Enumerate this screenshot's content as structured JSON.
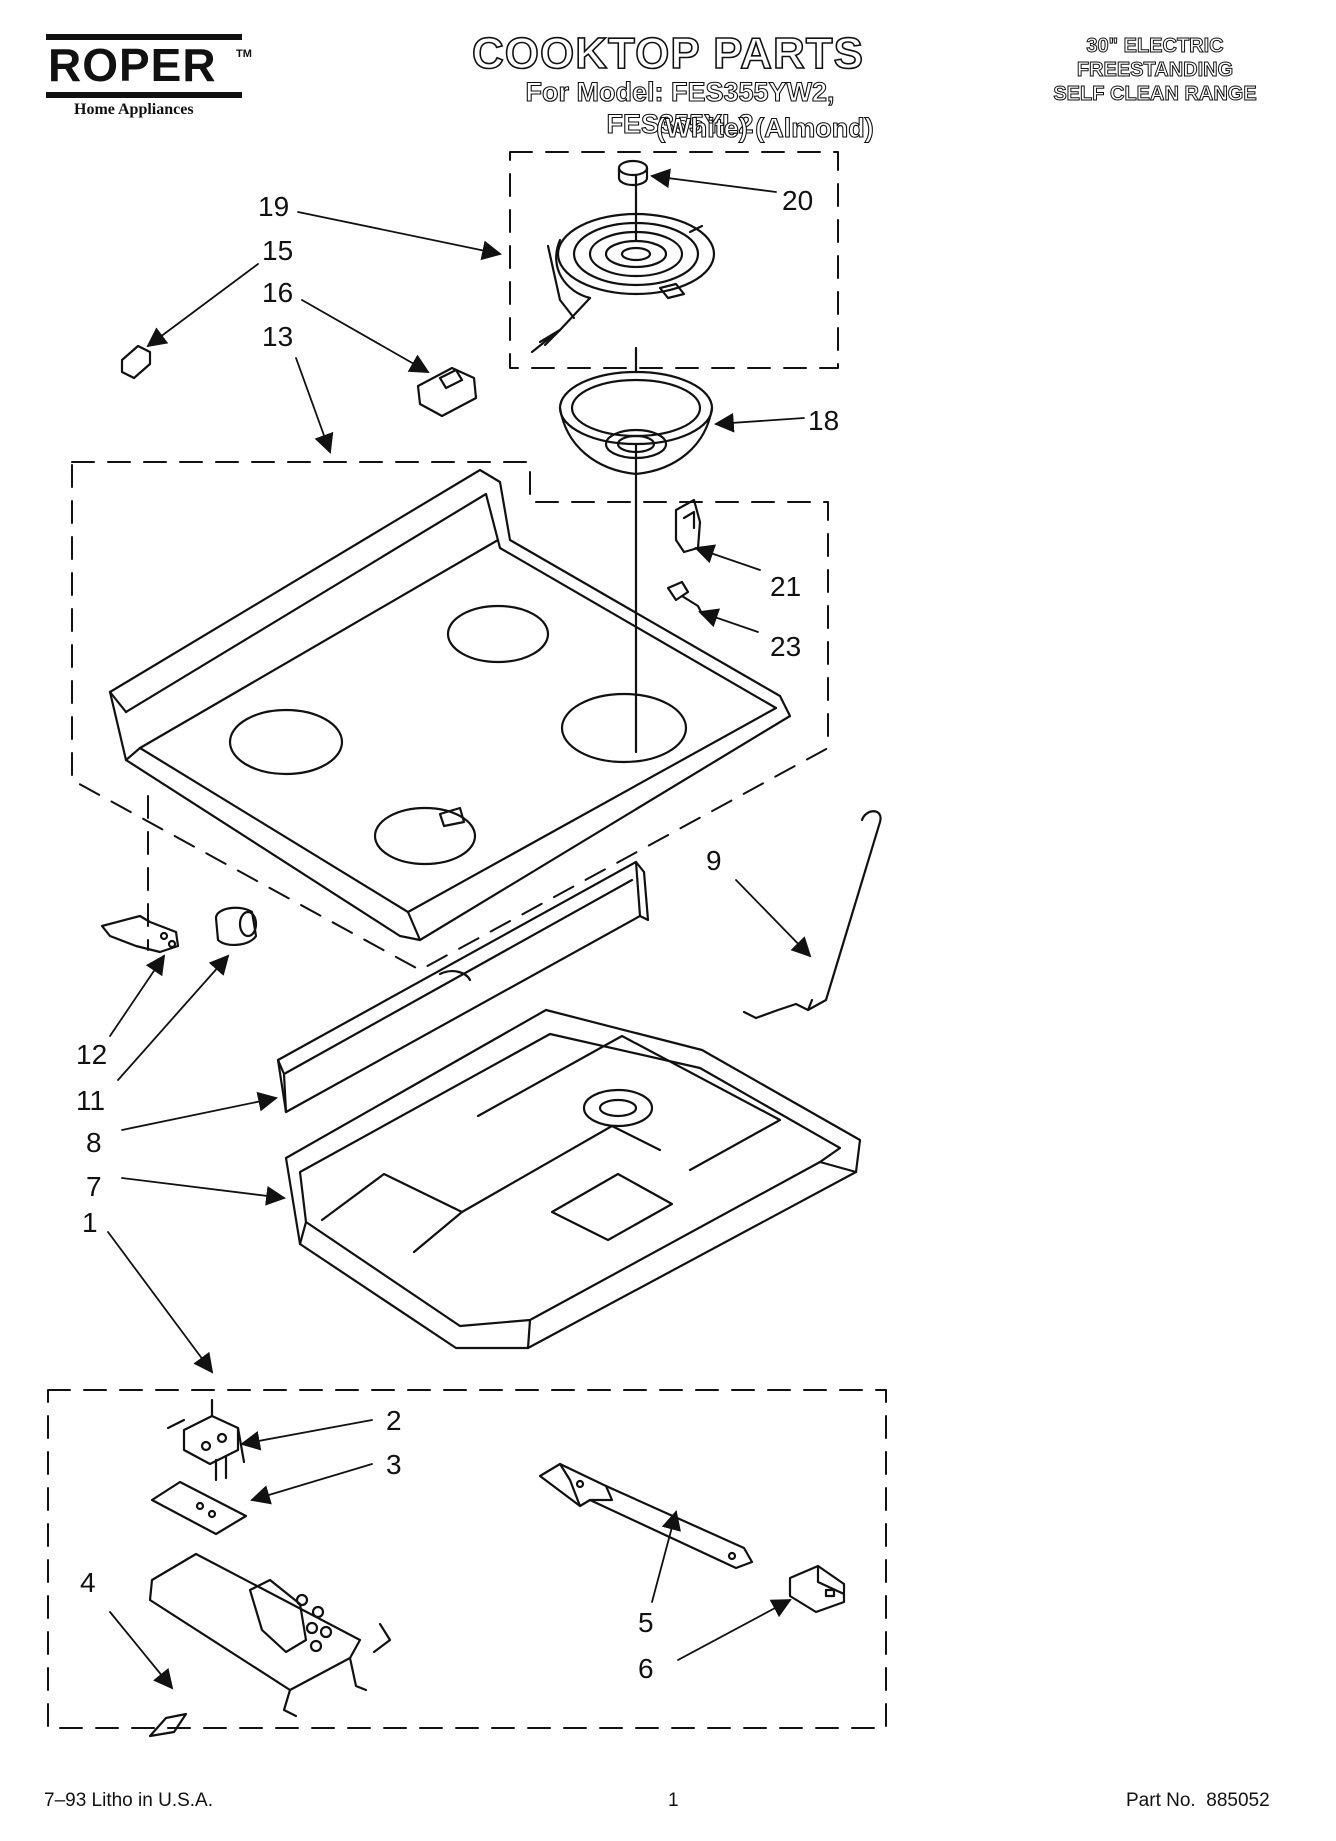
{
  "header": {
    "brand": "ROPER",
    "brand_tm": "TM",
    "brand_sub": "Home Appliances",
    "title": "COOKTOP PARTS",
    "model_line": "For Model: FES355YW2, FES355YL2",
    "color_line": "(White)  (Almond)",
    "desc_lines": [
      "30\" ELECTRIC",
      "FREESTANDING",
      "SELF CLEAN RANGE"
    ]
  },
  "callouts": [
    "20",
    "19",
    "15",
    "16",
    "13",
    "18",
    "21",
    "23",
    "9",
    "12",
    "11",
    "8",
    "7",
    "1",
    "2",
    "3",
    "4",
    "5",
    "6"
  ],
  "footer": {
    "litho": "7–93 Litho in U.S.A.",
    "page": "1",
    "part_no": "Part No.  885052"
  },
  "colors": {
    "ink": "#111111",
    "paper": "#ffffff"
  }
}
